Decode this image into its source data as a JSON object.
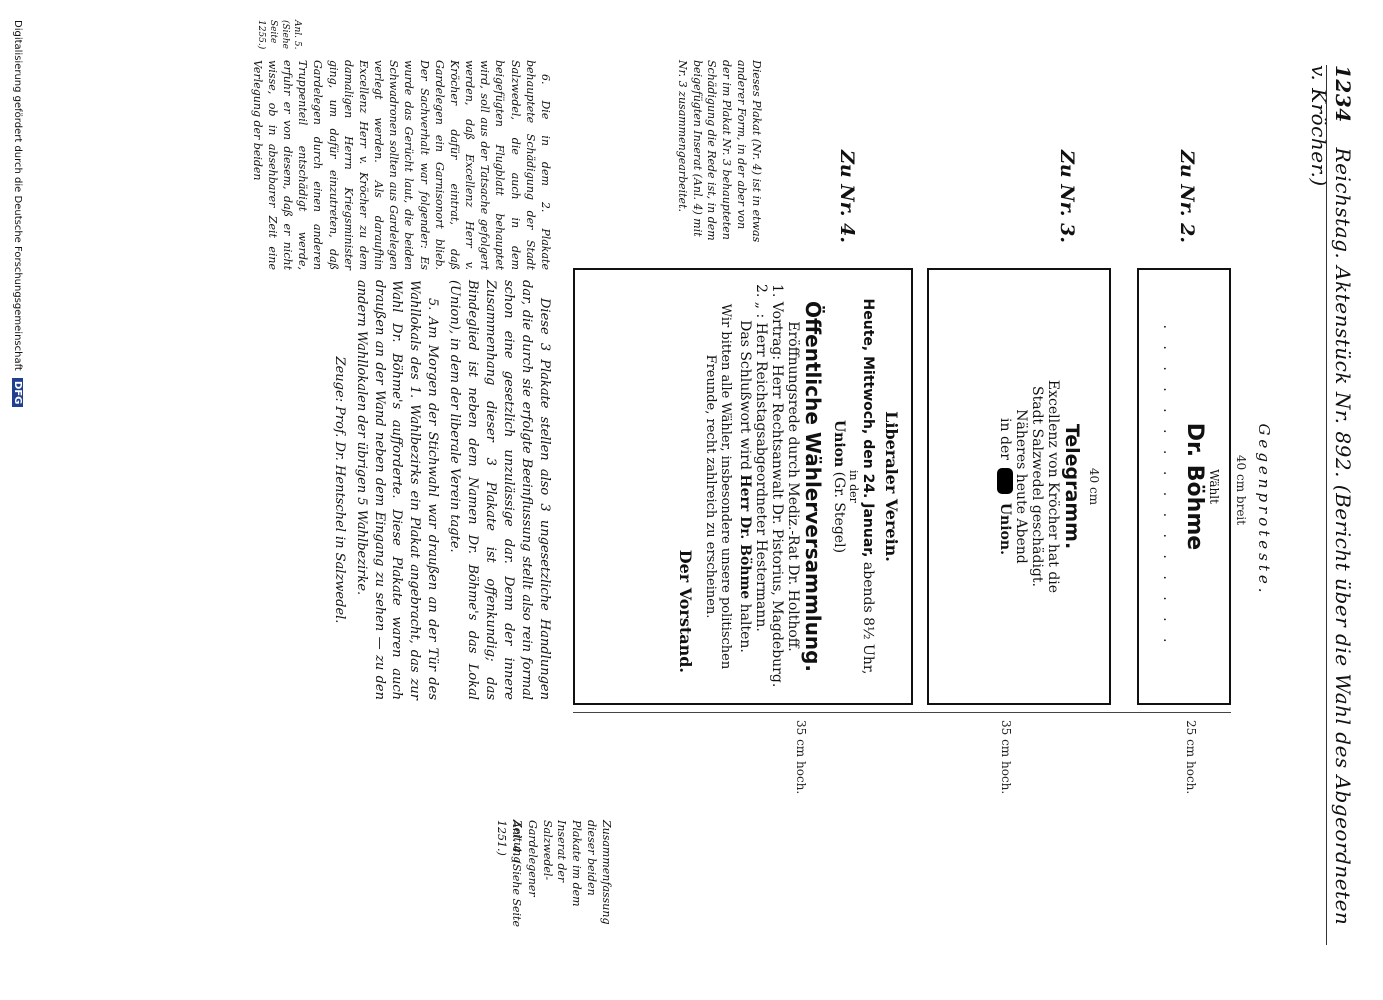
{
  "header": {
    "page_number": "1234",
    "running_title": "Reichstag.  Aktenstück Nr. 892.  (Bericht über die Wahl des Abgeordneten v. Kröcher.)"
  },
  "section_title": "Gegenproteste.",
  "poster2": {
    "label": "Zu Nr. 2.",
    "width_note": "40 cm breit",
    "height_note": "25 cm hoch.",
    "small": "Wählt",
    "name": "Dr. Böhme",
    "dots": ". . . . . . . . . . . . . . . ."
  },
  "poster3": {
    "label": "Zu Nr. 3.",
    "width_note": "40 cm",
    "height_note": "35 cm hoch.",
    "title": "Telegramm.",
    "line1": "Excellenz von Kröcher hat die",
    "line2": "Stadt Salzwedel geschädigt.",
    "line3": "Näheres heute Abend",
    "line4_a": "in der",
    "line4_b": "Union."
  },
  "poster4": {
    "label": "Zu Nr. 4.",
    "height_note": "35 cm hoch.",
    "org": "Liberaler Verein.",
    "date_bold": "Heute, Mittwoch, den 24. Januar,",
    "date_rest": "abends 8½ Uhr,",
    "in_der": "in der",
    "venue_bold": "Union",
    "venue_rest": "(Gr. Stegel)",
    "headline": "Öffentliche Wählerversammlung.",
    "opening": "Eröffnungsrede durch Mediz.-Rat Dr. Holthoff.",
    "talk1": "1. Vortrag: Herr Rechtsanwalt Dr. Pistorius, Magdeburg.",
    "talk2": "2.    „    : Herr Reichstagsabgeordneter Hestermann.",
    "closing_a": "Das Schlußwort wird",
    "closing_bold": "Herr Dr. Böhme",
    "closing_b": "halten.",
    "appeal": "Wir bitten alle Wähler, insbesondere unsere politischen Freunde, recht zahlreich zu erscheinen.",
    "sign": "Der Vorstand."
  },
  "sidebar_note": "Dieses Plakat (Nr. 4) ist in etwas anderer Form, in der aber von der im Plakat Nr. 3 behaupteten Schädigung die Rede ist, in dem beigefügten Inserat (Anl. 4) mit Nr. 3 zusammengearbeitet.",
  "right_note": "Zusammenfassung dieser beiden Plakate im dem Inserat der Salzwedel-Gardelegener Zeitung.",
  "right_note_ref": "Anl. 4. (Siehe Seite 1251.)",
  "body": {
    "p1": "Diese 3 Plakate stellen also 3 ungesetzliche Handlungen dar, die durch sie erfolgte Beeinflussung stellt also rein formal schon eine gesetzlich unzulässige dar. Denn der innere Zusammenhang dieser 3 Plakate ist offenkundig; das Bindeglied ist neben dem Namen Dr. Böhme's das Lokal (Union), in dem der liberale Verein tagte.",
    "p2": "5. Am Morgen der Stichwahl war draußen an der Tür des Wahllokals des 1. Wahlbezirks ein Plakat angebracht, das zur Wahl Dr. Böhme's aufforderte. Diese Plakate waren auch draußen an der Wand neben dem Eingang zu sehen — zu den andern Wahllokalen der übrigen 5 Wahlbezirke.",
    "p3": "Zeuge: Prof. Dr. Hentschel in Salzwedel.",
    "p4": "6. Die in dem 2. Plakate behauptete Schädigung der Stadt Salzwedel, die auch in dem beigefügten Flugblatt behauptet wird, soll aus der Tatsache gefolgert werden, daß Excellenz Herr v. Kröcher dafür eintrat, daß Gardelegen ein Garnisonort blieb. Der Sachverhalt war folgender: Es wurde das Gerücht laut, die beiden Schwadronen sollten aus Gardelegen verlegt werden. Als daraufhin Excellenz Herr v. Kröcher zu dem damaligen Herrn Kriegsminister ging, um dafür einzutreten, daß Gardelegen durch einen anderen Truppenteil entschädigt werde, erfuhr er von diesem, daß er nicht wisse, ob in absehbarer Zeit eine Verlegung der beiden",
    "p4_note": "Anl. 5. (Siehe Seite 1255.)"
  },
  "footer": "Digitalisierung gefördert durch die Deutsche Forschungsgemeinschaft",
  "footer_logo": "DFG"
}
